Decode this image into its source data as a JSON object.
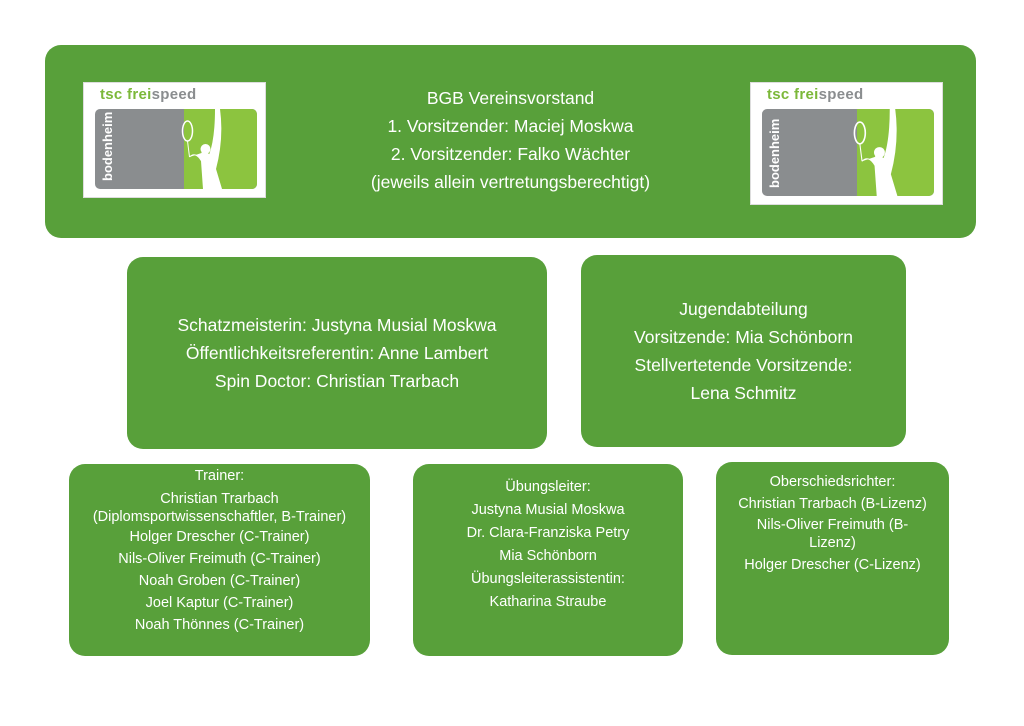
{
  "logo": {
    "brand_a": "tsc frei",
    "brand_b": "speed",
    "town": "bodenheim"
  },
  "board": {
    "lines": [
      "BGB Vereinsvorstand",
      "1. Vorsitzender: Maciej Moskwa",
      "2. Vorsitzender: Falko Wächter",
      "(jeweils allein vertretungsberechtigt)"
    ]
  },
  "officers": {
    "lines": [
      "Schatzmeisterin: Justyna Musial Moskwa",
      "Öffentlichkeitsreferentin: Anne Lambert",
      "Spin Doctor: Christian Trarbach"
    ]
  },
  "youth": {
    "lines": [
      "Jugendabteilung",
      "Vorsitzende: Mia Schönborn",
      "Stellvertetende Vorsitzende:",
      "Lena Schmitz"
    ]
  },
  "trainer": {
    "lines": [
      "Trainer:",
      "Christian Trarbach",
      "(Diplomsportwissenschaftler, B-Trainer)",
      "Holger Drescher (C-Trainer)",
      "Nils-Oliver Freimuth (C-Trainer)",
      "Noah Groben (C-Trainer)",
      "Joel Kaptur (C-Trainer)",
      "Noah Thönnes (C-Trainer)"
    ]
  },
  "instructors": {
    "lines": [
      "Übungsleiter:",
      "Justyna Musial Moskwa",
      "Dr. Clara-Franziska Petry",
      "Mia Schönborn",
      "Übungsleiterassistentin:",
      "Katharina Straube"
    ]
  },
  "referees": {
    "lines": [
      "Oberschiedsrichter:",
      "Christian Trarbach (B-Lizenz)",
      "Nils-Oliver Freimuth (B-",
      "Lizenz)",
      "Holger Drescher (C-Lizenz)"
    ]
  },
  "colors": {
    "box": "#58a03a",
    "logo_green": "#8cc43f",
    "logo_gray": "#8a8d8f"
  }
}
